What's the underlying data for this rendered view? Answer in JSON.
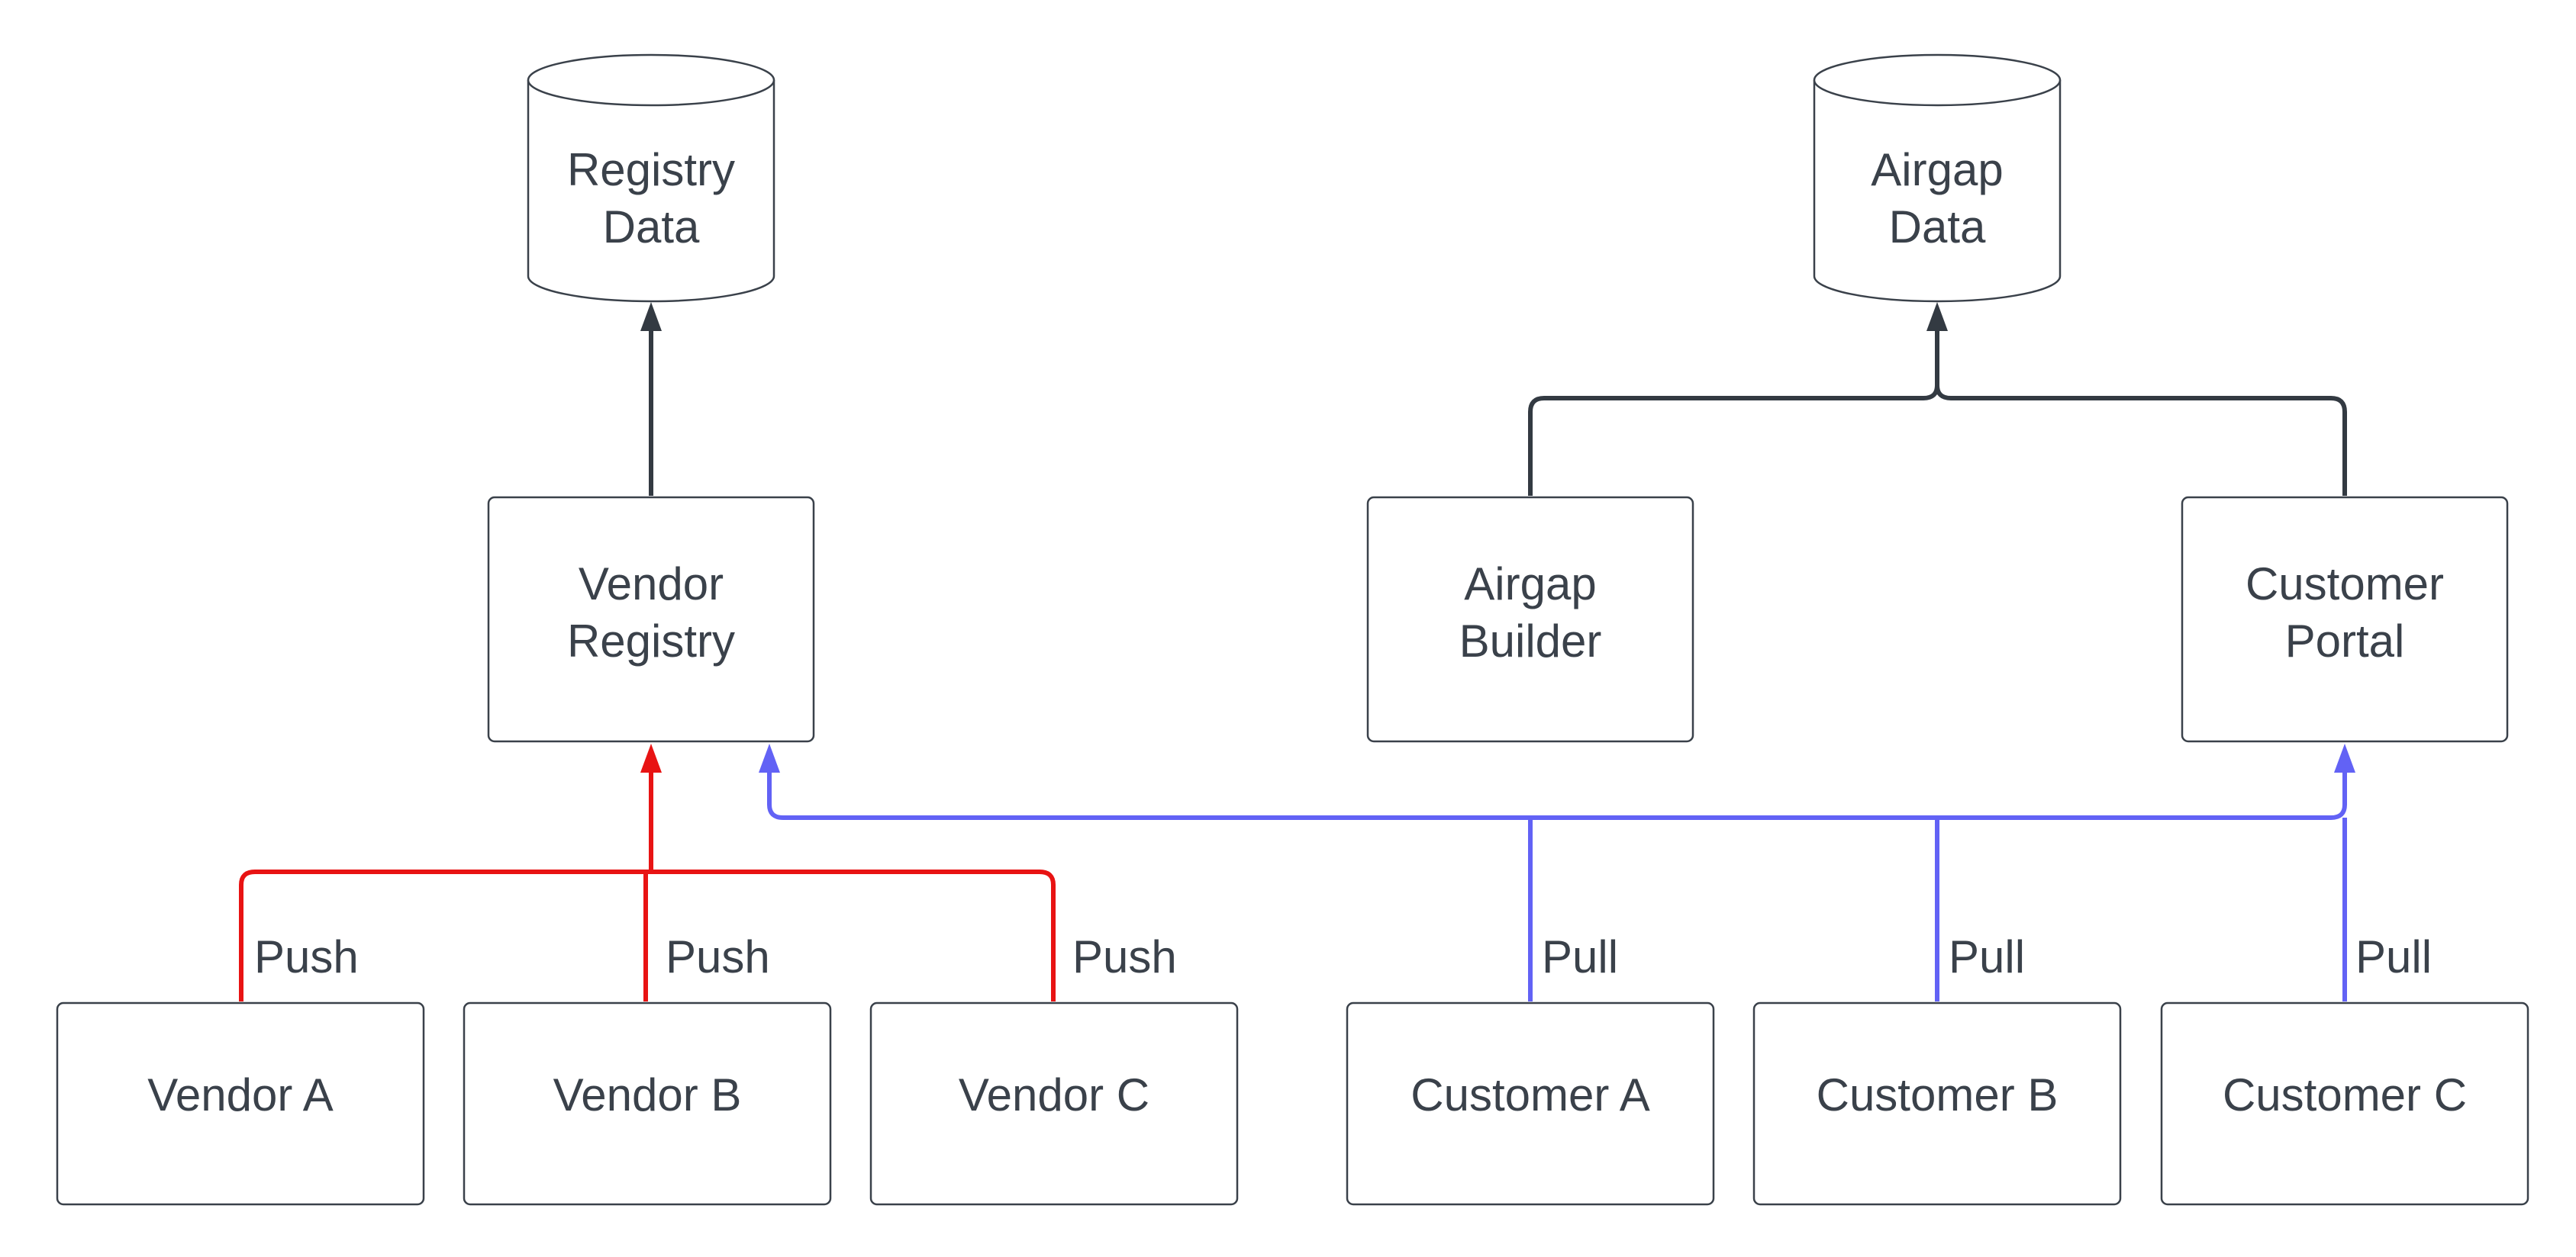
{
  "nodes": {
    "registry_data": {
      "line1": "Registry",
      "line2": "Data"
    },
    "airgap_data": {
      "line1": "Airgap",
      "line2": "Data"
    },
    "vendor_registry": {
      "line1": "Vendor",
      "line2": "Registry"
    },
    "airgap_builder": {
      "line1": "Airgap",
      "line2": "Builder"
    },
    "customer_portal": {
      "line1": "Customer",
      "line2": "Portal"
    },
    "vendor_a": "Vendor A",
    "vendor_b": "Vendor B",
    "vendor_c": "Vendor C",
    "customer_a": "Customer A",
    "customer_b": "Customer B",
    "customer_c": "Customer C"
  },
  "edges": {
    "push_a": "Push",
    "push_b": "Push",
    "push_c": "Push",
    "pull_a": "Pull",
    "pull_b": "Pull",
    "pull_c": "Pull"
  },
  "colors": {
    "push": "#e81313",
    "pull": "#6262f5",
    "storage": "#333a42"
  }
}
